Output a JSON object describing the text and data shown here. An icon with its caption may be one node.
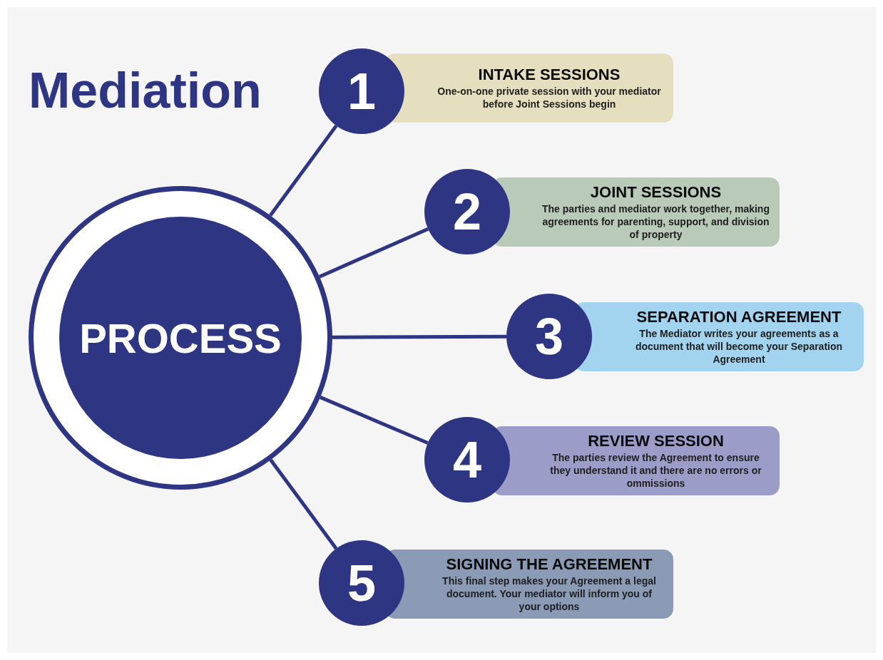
{
  "diagram": {
    "title": "Mediation",
    "nodes": [
      {
        "text": [
          "PROCESS"
        ]
      },
      {
        "text": [
          "1"
        ]
      },
      {
        "text": [
          "INTAKE SESSIONS",
          "One-on-one private session with your mediator before Joint Sessions begin"
        ]
      },
      {
        "text": [
          "2"
        ]
      },
      {
        "text": [
          "JOINT SESSIONS",
          "The parties and mediator work together, making agreements for parenting, support, and division of property"
        ]
      },
      {
        "text": [
          "3"
        ]
      },
      {
        "text": [
          "SEPARATION AGREEMENT",
          "The Mediator writes your agreements as a document that will become your Separation Agreement"
        ]
      },
      {
        "text": [
          "4"
        ]
      },
      {
        "text": [
          "REVIEW SESSION",
          "The parties review the Agreement to ensure they understand it and there are no errors or ommissions"
        ]
      },
      {
        "text": [
          "5"
        ]
      },
      {
        "text": [
          "SIGNING THE AGREEMENT",
          "This final step makes your Agreement a legal document. Your mediator will inform you of your options"
        ]
      }
    ],
    "edges": [
      {
        "from": 0,
        "to": 1,
        "arrow": "none"
      },
      {
        "from": 0,
        "to": 3,
        "arrow": "none"
      },
      {
        "from": 0,
        "to": 5,
        "arrow": "none"
      },
      {
        "from": 0,
        "to": 7,
        "arrow": "none"
      },
      {
        "from": 0,
        "to": 9,
        "arrow": "none"
      }
    ]
  }
}
